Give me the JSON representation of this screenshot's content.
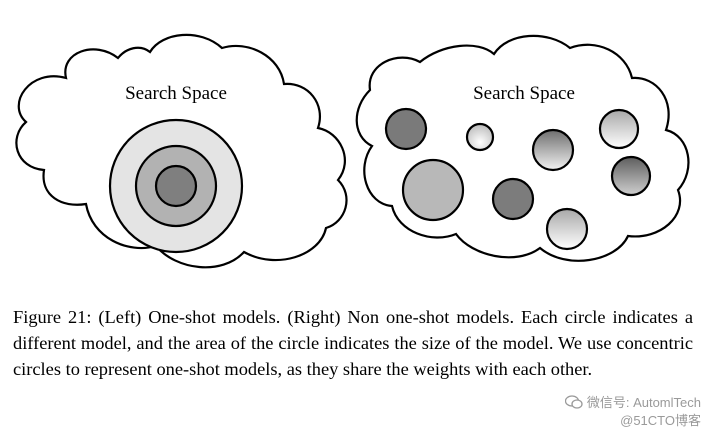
{
  "left_cloud": {
    "label": "Search Space",
    "rings": [
      {
        "fill": "#e4e4e4"
      },
      {
        "fill": "#b2b2b2"
      },
      {
        "fill": "#7f7f7f"
      }
    ]
  },
  "right_cloud": {
    "label": "Search Space",
    "circles": [
      {
        "style": "flat",
        "fill": "#7a7a7a"
      },
      {
        "style": "gradient",
        "fill": "#e8e8e8"
      },
      {
        "style": "gradient",
        "fill": "#a8a8a8"
      },
      {
        "style": "gradient",
        "fill": "#bdbdbd"
      },
      {
        "style": "flat",
        "fill": "#b8b8b8"
      },
      {
        "style": "flat",
        "fill": "#7c7c7c"
      },
      {
        "style": "gradient",
        "fill": "#8a8a8a"
      },
      {
        "style": "gradient",
        "fill": "#c8c8c8"
      }
    ]
  },
  "caption": {
    "text": "Figure 21: (Left) One-shot models. (Right) Non one-shot models. Each circle indicates a different model, and the area of the circle indicates the size of the model. We use concentric circles to represent one-shot models, as they share the weights with each other."
  },
  "watermark": {
    "line1": "微信号: AutomlTech",
    "line2": "@51CTO博客",
    "icon": "chat-bubbles-icon"
  }
}
